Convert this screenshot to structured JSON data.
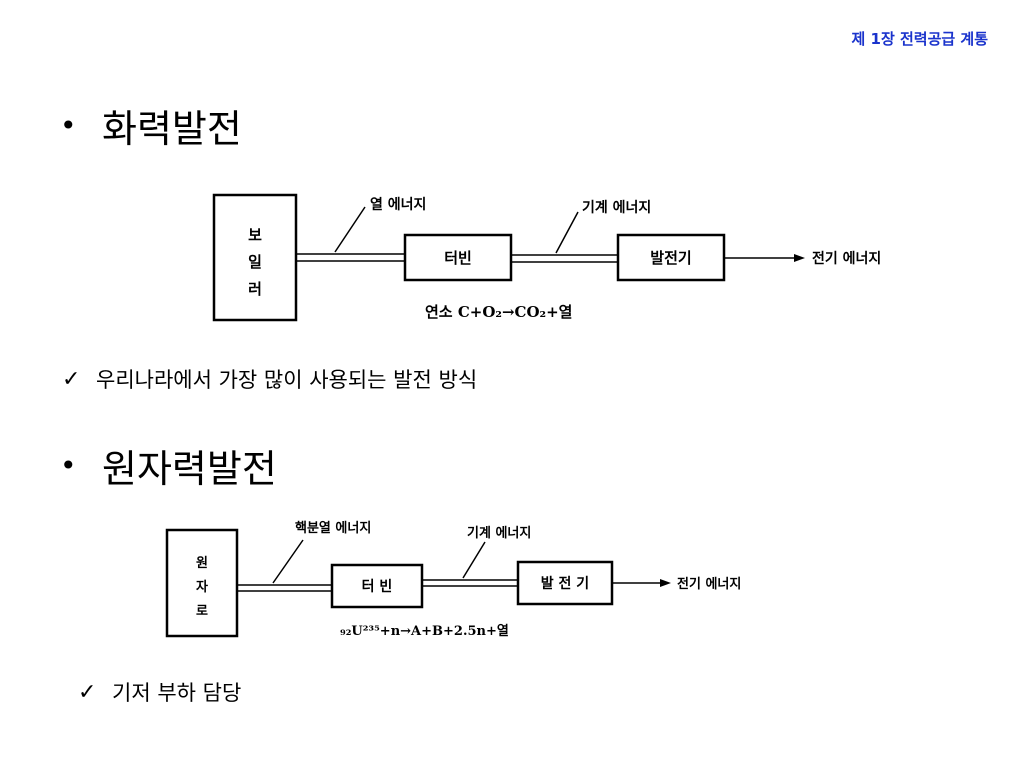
{
  "header": {
    "title": "제 1장 전력공급 계통"
  },
  "sections": [
    {
      "heading": "화력발전",
      "note": "우리나라에서 가장 많이 사용되는 발전 방식",
      "diagram": {
        "source_box": [
          "보",
          "일",
          "러"
        ],
        "source_energy": "열 에너지",
        "turbine": "터빈",
        "mech_energy": "기계 에너지",
        "generator": "발전기",
        "output": "전기 에너지",
        "formula": "연소 C+O₂→CO₂+열"
      }
    },
    {
      "heading": "원자력발전",
      "note": "기저 부하 담당",
      "diagram": {
        "source_box": [
          "원",
          "자",
          "로"
        ],
        "source_energy": "핵분열 에너지",
        "turbine": "터  빈",
        "mech_energy": "기계 에너지",
        "generator": "발 전 기",
        "output": "전기 에너지",
        "formula": "₉₂U²³⁵+n→A+B+2.5n+열"
      }
    }
  ]
}
